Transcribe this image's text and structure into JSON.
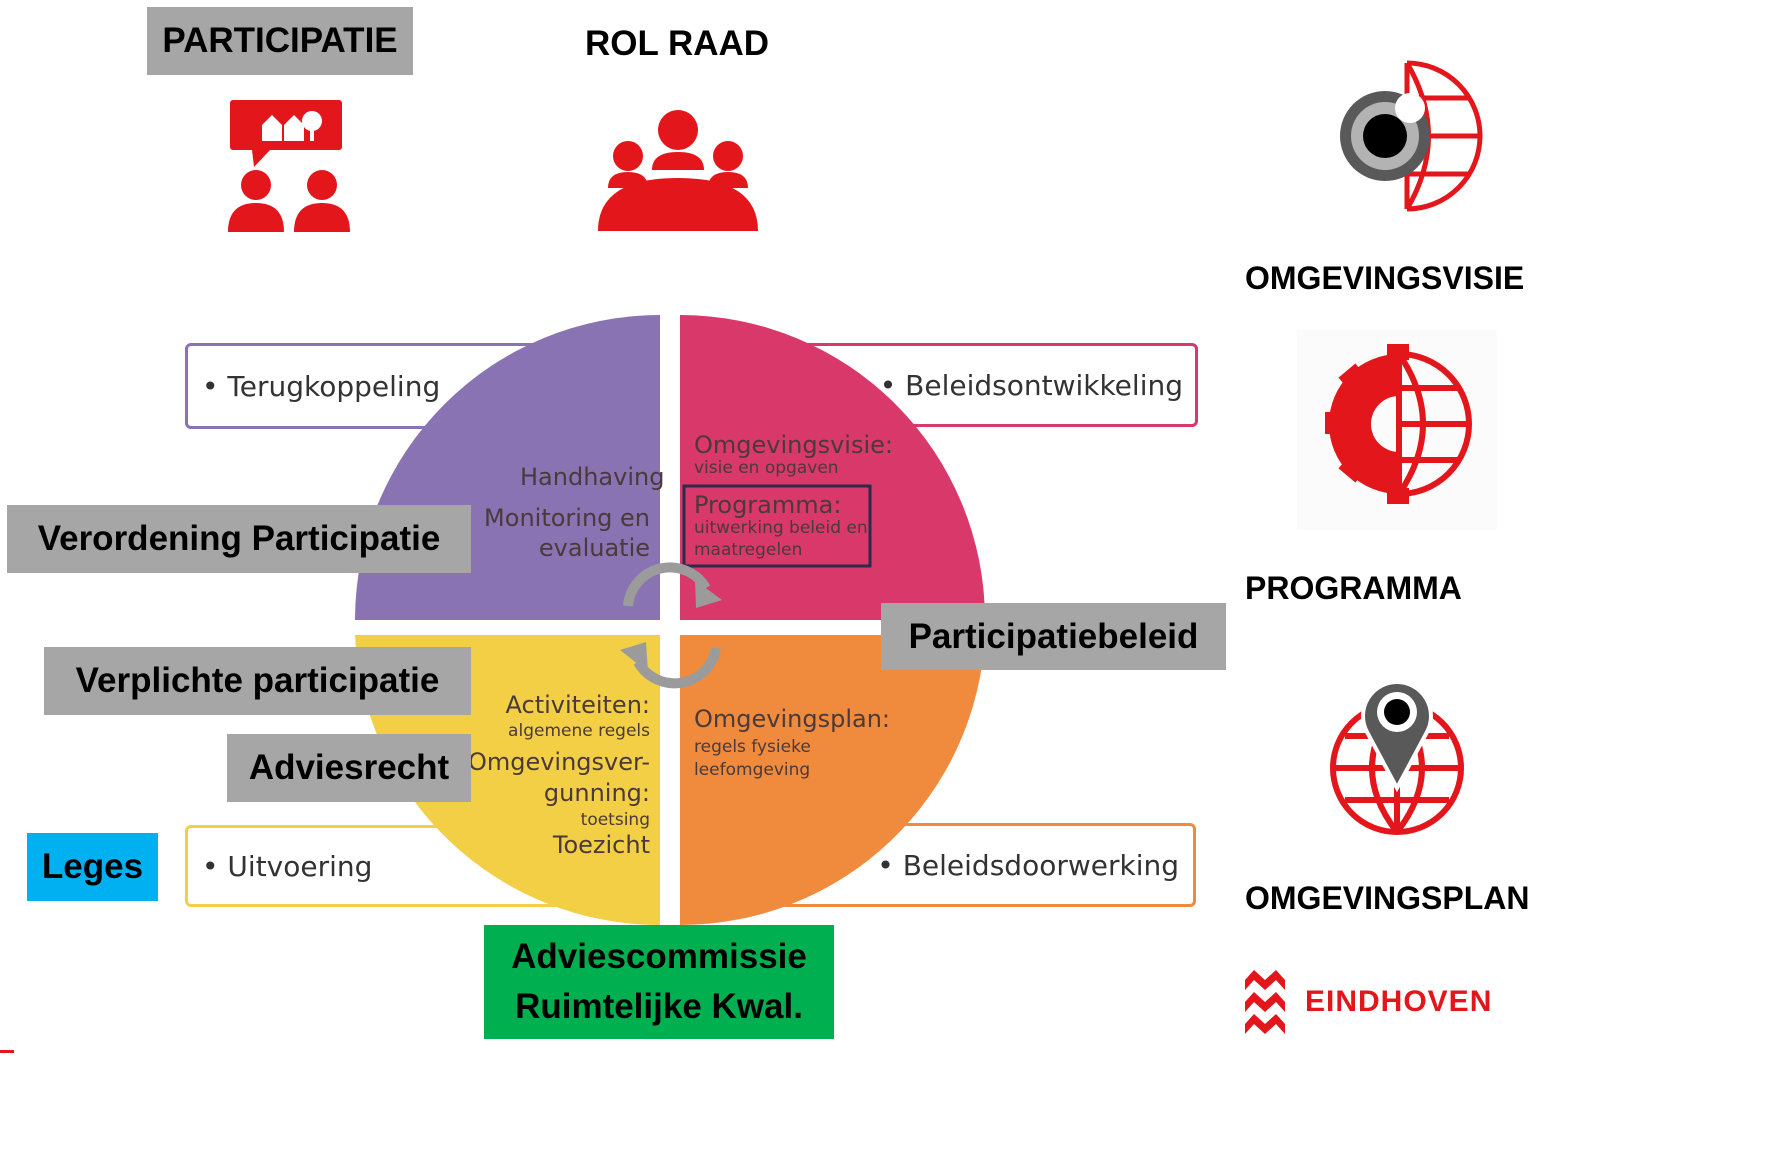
{
  "top": {
    "participatie": "PARTICIPATIE",
    "rol_raad": "ROL RAAD"
  },
  "right": {
    "omgevingsvisie": "OMGEVINGSVISIE",
    "programma": "PROGRAMMA",
    "omgevingsplan": "OMGEVINGSPLAN",
    "logo_text": "EINDHOVEN"
  },
  "boxes": {
    "terugkoppeling": "• Terugkoppeling",
    "beleidsontwikkeling": "• Beleidsontwikkeling",
    "uitvoering": "• Uitvoering",
    "beleidsdoorwerking": "• Beleidsdoorwerking"
  },
  "quadrants": {
    "purple": {
      "handhaving": "Handhaving",
      "monitoring1": "Monitoring en",
      "monitoring2": "evaluatie"
    },
    "pink": {
      "visie_title": "Omgevingsvisie:",
      "visie_sub": "visie en opgaven",
      "prog_title": "Programma:",
      "prog_sub1": "uitwerking beleid en",
      "prog_sub2": "maatregelen"
    },
    "yellow": {
      "act_title": "Activiteiten:",
      "act_sub": "algemene regels",
      "verg1": "Omgevingsver-",
      "verg2": "gunning:",
      "toetsing": "toetsing",
      "toezicht": "Toezicht"
    },
    "orange": {
      "plan_title": "Omgevingsplan:",
      "plan_sub1": "regels fysieke",
      "plan_sub2": "leefomgeving"
    }
  },
  "tags": {
    "verordening": "Verordening Participatie",
    "participatiebeleid": "Participatiebeleid",
    "verplichte": "Verplichte participatie",
    "adviesrecht": "Adviesrecht",
    "leges": "Leges",
    "adviescommissie1": "Adviescommissie",
    "adviescommissie2": "Ruimtelijke Kwal."
  },
  "colors": {
    "red": "#e3161c",
    "purple": "#8a73b3",
    "pink": "#d9386a",
    "yellow": "#f2cf45",
    "orange": "#f08a3c",
    "grey_tag": "#a6a6a6",
    "blue_tag": "#00b0f0",
    "green_tag": "#00b050"
  }
}
